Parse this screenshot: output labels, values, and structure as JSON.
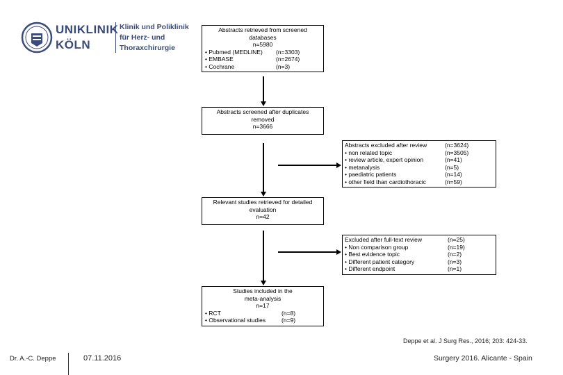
{
  "logo": {
    "line1": "UNIKLINIK",
    "line2": "KÖLN",
    "dept1": "Klinik und Poliklinik",
    "dept2": "für Herz- und",
    "dept3": "Thoraxchirurgie",
    "brand_color": "#3a4a7a"
  },
  "box1": {
    "lines": [
      "Abstracts retrieved from screened",
      "databases",
      "n=5980"
    ],
    "items": [
      {
        "label": "• Pubmed (MEDLINE)",
        "value": "(n=3303)"
      },
      {
        "label": "• EMBASE",
        "value": "(n=2674)"
      },
      {
        "label": "• Cochrane",
        "value": "(n=3)"
      }
    ]
  },
  "box2": {
    "lines": [
      "Abstracts screened after duplicates",
      "removed",
      "n=3666"
    ]
  },
  "excluded1": {
    "header": {
      "label": "Abstracts excluded after review",
      "value": "(n=3624)"
    },
    "items": [
      {
        "label": "• non related topic",
        "value": "(n=3505)"
      },
      {
        "label": "• review article, expert opinion",
        "value": "(n=41)"
      },
      {
        "label": "• metanalysis",
        "value": "(n=5)"
      },
      {
        "label": "• paediatric patients",
        "value": "(n=14)"
      },
      {
        "label": "• other field than cardiothoracic",
        "value": "(n=59)"
      }
    ]
  },
  "box3": {
    "lines": [
      "Relevant studies retrieved for detailed",
      "evaluation",
      "n=42"
    ]
  },
  "excluded2": {
    "header": {
      "label": "Excluded after full-text review",
      "value": "(n=25)"
    },
    "items": [
      {
        "label": "• Non comparison group",
        "value": "(n=19)"
      },
      {
        "label": "• Best evidence topic",
        "value": "(n=2)"
      },
      {
        "label": "• Different patient category",
        "value": "(n=3)"
      },
      {
        "label": "• Different endpoint",
        "value": "(n=1)"
      }
    ]
  },
  "box4": {
    "lines": [
      "Studies included in the",
      "meta-analysis",
      "n=17"
    ],
    "items": [
      {
        "label": "• RCT",
        "value": "(n=8)"
      },
      {
        "label": "• Observational studies",
        "value": "(n=9)"
      }
    ]
  },
  "citation": "Deppe et al. J Surg Res., 2016; 203: 424-33.",
  "footer": {
    "author": "Dr. A.-C. Deppe",
    "date": "07.11.2016",
    "event": "Surgery 2016. Alicante - Spain"
  }
}
